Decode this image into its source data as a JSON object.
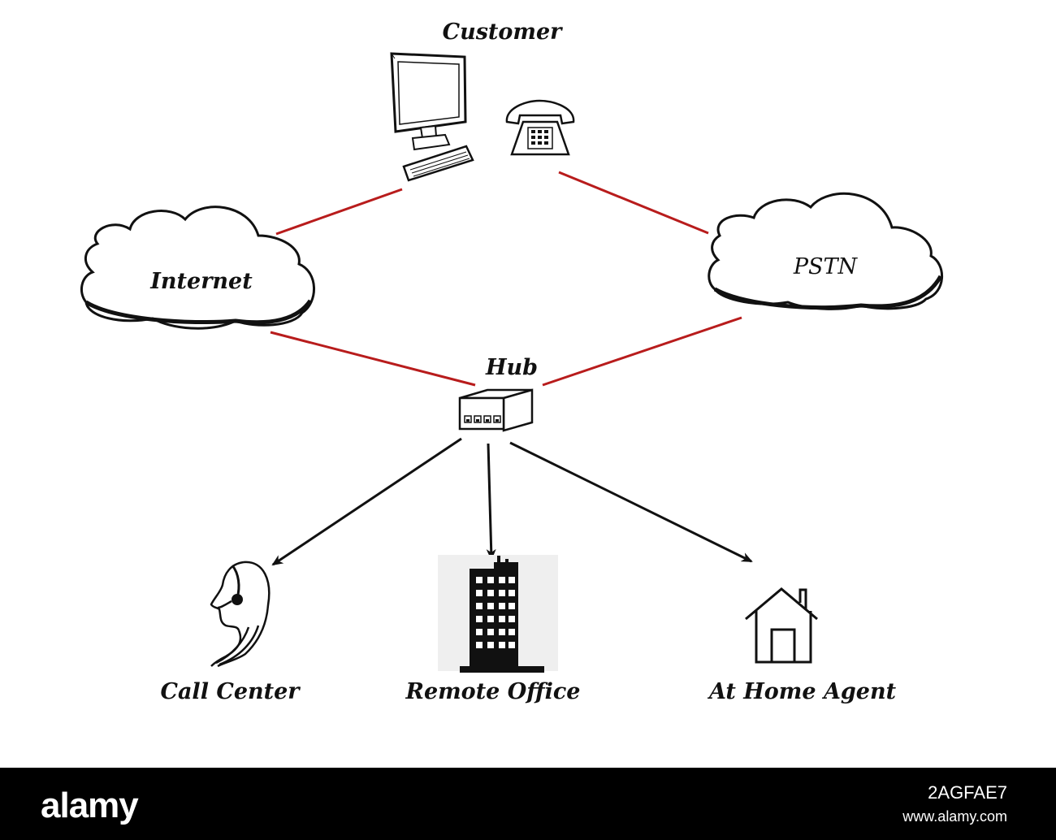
{
  "nodes": {
    "customer": "Customer",
    "internet": "Internet",
    "pstn": "PSTN",
    "hub": "Hub",
    "call_center": "Call Center",
    "remote_office": "Remote Office",
    "home_agent": "At Home Agent"
  },
  "icons": {
    "customer": [
      "computer-icon",
      "telephone-icon"
    ],
    "internet": "cloud-icon",
    "pstn": "cloud-icon",
    "hub": "network-hub-icon",
    "call_center": "headset-agent-icon",
    "remote_office": "office-building-icon",
    "home_agent": "house-icon"
  },
  "connections": [
    {
      "from": "Customer",
      "to": "Internet",
      "style": "line",
      "color": "#b81c1c"
    },
    {
      "from": "Customer",
      "to": "PSTN",
      "style": "line",
      "color": "#b81c1c"
    },
    {
      "from": "Internet",
      "to": "Hub",
      "style": "line",
      "color": "#b81c1c"
    },
    {
      "from": "PSTN",
      "to": "Hub",
      "style": "line",
      "color": "#b81c1c"
    },
    {
      "from": "Hub",
      "to": "Call Center",
      "style": "arrow",
      "color": "#111111"
    },
    {
      "from": "Hub",
      "to": "Remote Office",
      "style": "arrow",
      "color": "#111111"
    },
    {
      "from": "Hub",
      "to": "At Home Agent",
      "style": "arrow",
      "color": "#111111"
    }
  ],
  "watermark": {
    "brand": "alamy",
    "image_id": "2AGFAE7",
    "url": "www.alamy.com"
  }
}
